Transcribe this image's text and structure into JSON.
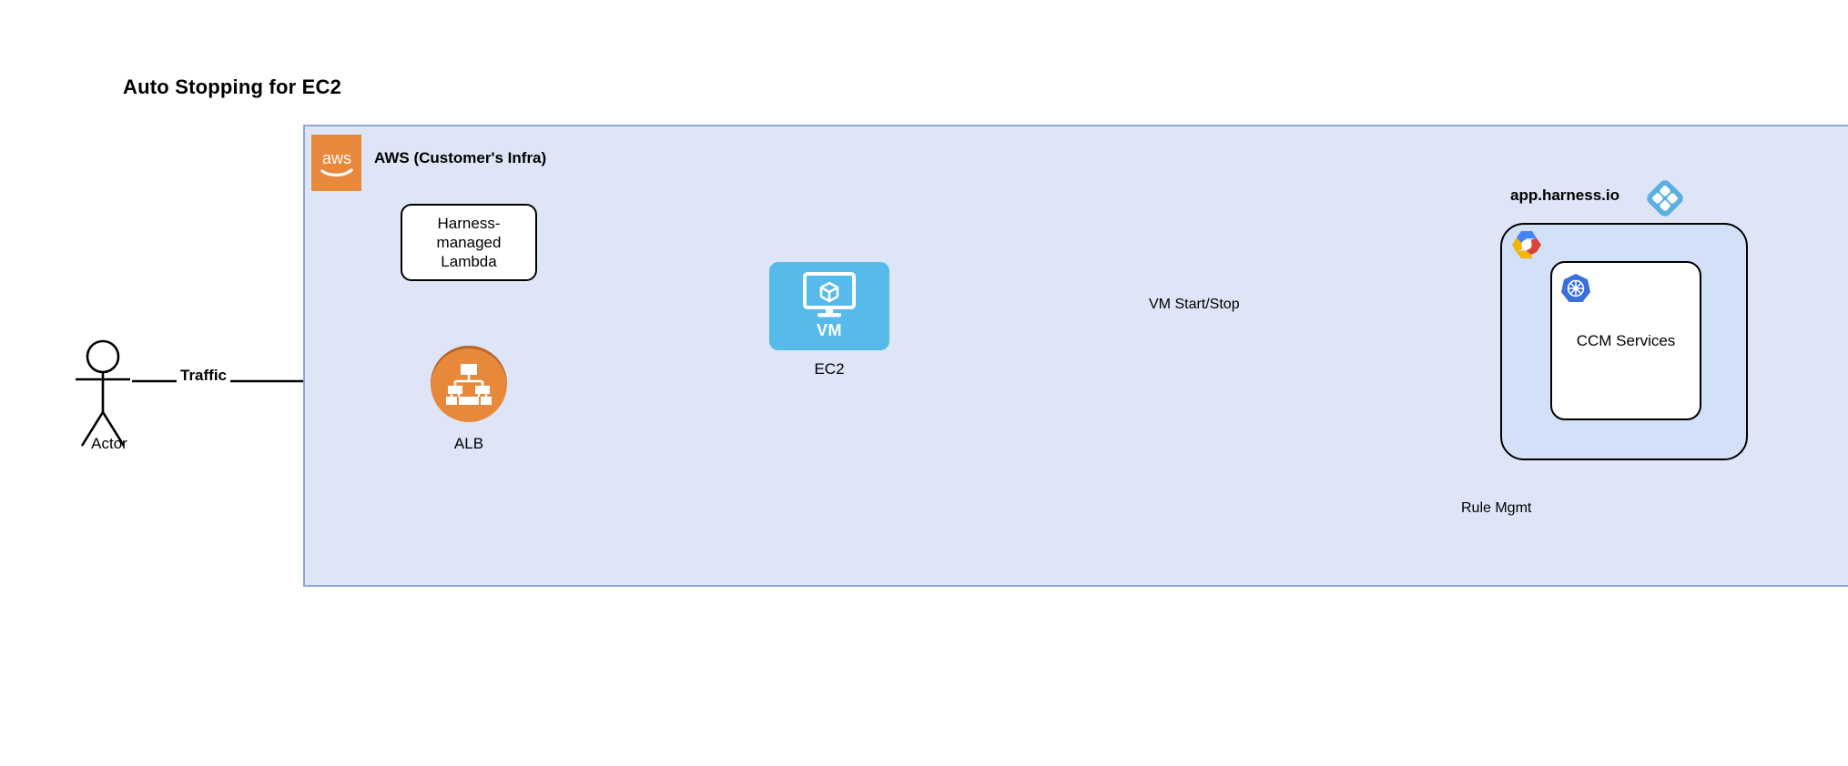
{
  "title": "Auto Stopping for EC2",
  "containers": {
    "aws": {
      "label": "AWS (Customer's Infra)",
      "logo_text": "aws",
      "logo_icon": "aws-logo-icon",
      "fill": "#dde5f7",
      "stroke": "#8ea6d4"
    },
    "harness": {
      "label": "app.harness.io",
      "logo_icon": "harness-diamond-logo-icon",
      "fill": "#d2e0f8",
      "stroke": "#000000",
      "cloud_icon": "gcp-hexagon-icon"
    }
  },
  "nodes": [
    {
      "id": "actor",
      "caption": "Actor",
      "icon": "actor-stick-figure-icon"
    },
    {
      "id": "lambda",
      "label": "Harness-managed Lambda",
      "label_line1": "Harness-managed",
      "label_line2": "Lambda",
      "fill": "#ffffff",
      "stroke": "#000000"
    },
    {
      "id": "alb",
      "caption": "ALB",
      "icon": "load-balancer-tree-icon",
      "fill": "#e8883a"
    },
    {
      "id": "ec2",
      "caption": "EC2",
      "inner_label": "VM",
      "icon": "vm-monitor-cube-icon",
      "fill": "#56bbea"
    },
    {
      "id": "ccm",
      "label": "CCM Services",
      "icon": "kubernetes-helm-icon",
      "fill": "#ffffff",
      "stroke": "#000000"
    }
  ],
  "edges": [
    {
      "id": "traffic",
      "label": "Traffic",
      "from": "actor",
      "to": "alb",
      "style": "solid",
      "bold_label": true
    },
    {
      "id": "alb-to-lambda",
      "label": "",
      "from": "alb",
      "to": "lambda",
      "style": "solid"
    },
    {
      "id": "alb-to-ec2",
      "label": "",
      "from": "alb",
      "to": "ec2",
      "style": "solid"
    },
    {
      "id": "harness-to-lambda",
      "label": "",
      "from": "harness",
      "to": "lambda",
      "style": "solid"
    },
    {
      "id": "lambda-to-harness",
      "label": "",
      "from": "lambda",
      "to": "harness",
      "style": "solid"
    },
    {
      "id": "vm-start-stop",
      "label": "VM Start/Stop",
      "from": "ccm",
      "to": "ec2",
      "style": "dashed"
    },
    {
      "id": "rule-mgmt",
      "label": "Rule Mgmt",
      "from": "ccm",
      "to": "alb",
      "style": "dashed"
    }
  ],
  "colors": {
    "aws_orange": "#e8883a",
    "vm_blue": "#56bbea",
    "panel_blue": "#d2e0f8",
    "aws_panel_blue": "#dde5f7",
    "harness_logo_blue": "#5bb0e0",
    "k8s_blue": "#3a6fdc",
    "line_black": "#000000"
  }
}
